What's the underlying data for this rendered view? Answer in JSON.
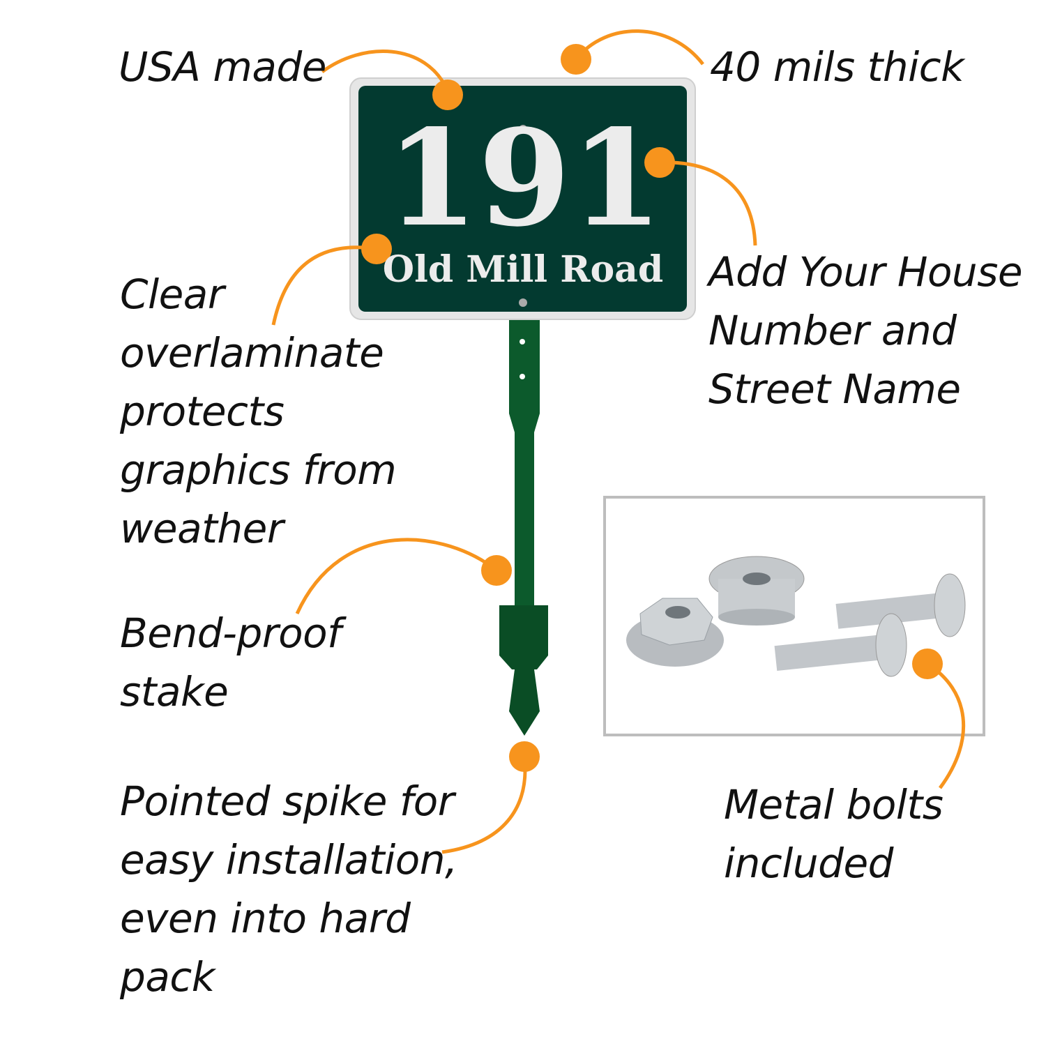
{
  "sign": {
    "number": "191",
    "street": "Old Mill Road"
  },
  "callouts": {
    "usa_made": [
      "USA made"
    ],
    "thickness": [
      "40 mils thick"
    ],
    "custom": [
      "Add Your House",
      "Number and",
      "Street Name"
    ],
    "overlaminate": [
      "Clear",
      "overlaminate",
      "protects",
      "graphics from",
      "weather"
    ],
    "stake": [
      "Bend-proof",
      "stake"
    ],
    "spike": [
      "Pointed spike for",
      "easy installation,",
      "even into hard",
      "pack"
    ],
    "bolts": [
      "Metal bolts",
      "included"
    ]
  },
  "colors": {
    "accent": "#f7941d",
    "sign_green": "#033a30",
    "stake_green": "#0c5a2c",
    "box_border": "#bdbdbd"
  }
}
